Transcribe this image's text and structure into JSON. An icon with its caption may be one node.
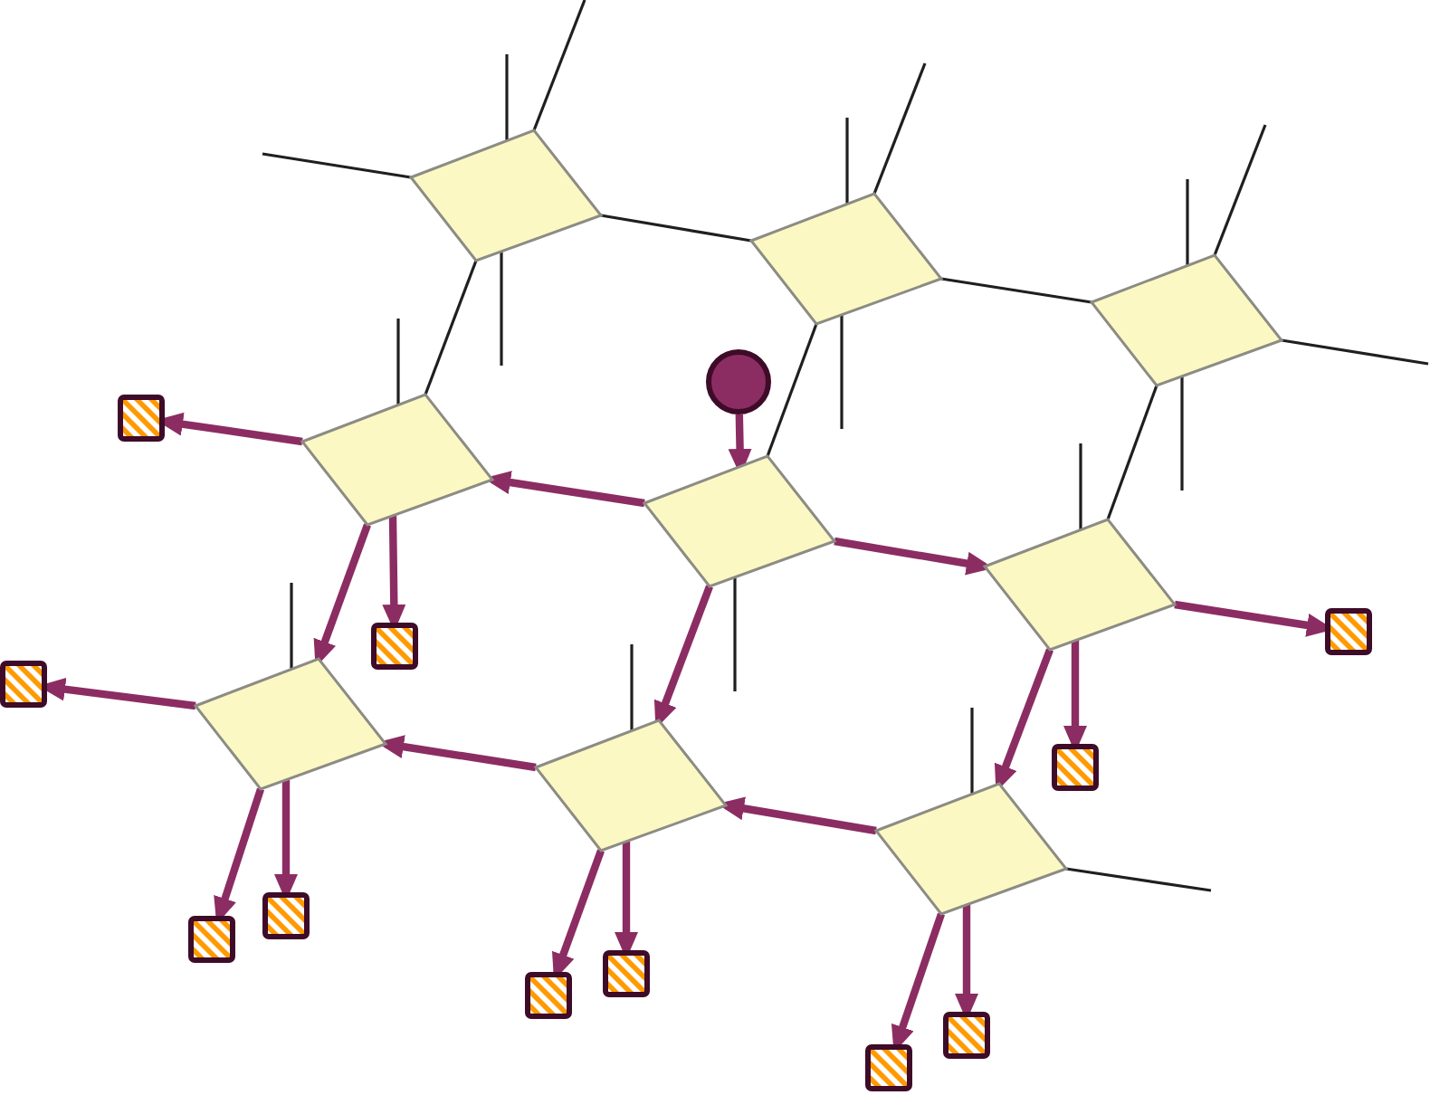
{
  "diagram": {
    "nodes": [
      {
        "text": [],
        "shape": "diamond"
      },
      {
        "text": [],
        "shape": "diamond"
      },
      {
        "text": [],
        "shape": "diamond"
      },
      {
        "text": [],
        "shape": "circle"
      },
      {
        "text": [],
        "shape": "box"
      },
      {
        "text": [],
        "shape": "diamond"
      },
      {
        "text": [],
        "shape": "diamond"
      },
      {
        "text": [],
        "shape": "diamond"
      },
      {
        "text": [],
        "shape": "box"
      },
      {
        "text": [],
        "shape": "box"
      },
      {
        "text": [],
        "shape": "box"
      },
      {
        "text": [],
        "shape": "diamond"
      },
      {
        "text": [],
        "shape": "box"
      },
      {
        "text": [],
        "shape": "diamond"
      },
      {
        "text": [],
        "shape": "diamond"
      },
      {
        "text": [],
        "shape": "box"
      },
      {
        "text": [],
        "shape": "box"
      },
      {
        "text": [],
        "shape": "box"
      },
      {
        "text": [],
        "shape": "box"
      },
      {
        "text": [],
        "shape": "box"
      },
      {
        "text": [],
        "shape": "box"
      }
    ],
    "edges": [
      {
        "from": 0,
        "to": null,
        "arrow": "none"
      },
      {
        "from": 0,
        "to": null,
        "arrow": "none"
      },
      {
        "from": 0,
        "to": null,
        "arrow": "none"
      },
      {
        "from": 0,
        "to": null,
        "arrow": "none"
      },
      {
        "from": 0,
        "to": 1,
        "arrow": "none"
      },
      {
        "from": 0,
        "to": 5,
        "arrow": "none"
      },
      {
        "from": 1,
        "to": null,
        "arrow": "none"
      },
      {
        "from": 1,
        "to": null,
        "arrow": "none"
      },
      {
        "from": 1,
        "to": null,
        "arrow": "none"
      },
      {
        "from": 1,
        "to": 2,
        "arrow": "none"
      },
      {
        "from": 1,
        "to": 6,
        "arrow": "none"
      },
      {
        "from": 2,
        "to": null,
        "arrow": "none"
      },
      {
        "from": 2,
        "to": null,
        "arrow": "none"
      },
      {
        "from": 2,
        "to": null,
        "arrow": "none"
      },
      {
        "from": 2,
        "to": null,
        "arrow": "none"
      },
      {
        "from": 2,
        "to": 7,
        "arrow": "none"
      },
      {
        "from": 3,
        "to": 6,
        "arrow": "to",
        "style": "thick",
        "color": "#8b2d62"
      },
      {
        "from": 5,
        "to": null,
        "arrow": "none"
      },
      {
        "from": 6,
        "to": null,
        "arrow": "none"
      },
      {
        "from": 7,
        "to": null,
        "arrow": "none"
      },
      {
        "from": 11,
        "to": null,
        "arrow": "none"
      },
      {
        "from": 13,
        "to": null,
        "arrow": "none"
      },
      {
        "from": 14,
        "to": null,
        "arrow": "none"
      },
      {
        "from": 14,
        "to": null,
        "arrow": "none"
      },
      {
        "from": 6,
        "to": 5,
        "arrow": "to",
        "style": "thick",
        "color": "#8b2d62"
      },
      {
        "from": 6,
        "to": 7,
        "arrow": "to",
        "style": "thick",
        "color": "#8b2d62"
      },
      {
        "from": 6,
        "to": 13,
        "arrow": "to",
        "style": "thick",
        "color": "#8b2d62"
      },
      {
        "from": 5,
        "to": 4,
        "arrow": "to",
        "style": "thick",
        "color": "#8b2d62"
      },
      {
        "from": 5,
        "to": 9,
        "arrow": "to",
        "style": "thick",
        "color": "#8b2d62"
      },
      {
        "from": 5,
        "to": 11,
        "arrow": "to",
        "style": "thick",
        "color": "#8b2d62"
      },
      {
        "from": 7,
        "to": 8,
        "arrow": "to",
        "style": "thick",
        "color": "#8b2d62"
      },
      {
        "from": 7,
        "to": 12,
        "arrow": "to",
        "style": "thick",
        "color": "#8b2d62"
      },
      {
        "from": 7,
        "to": 14,
        "arrow": "to",
        "style": "thick",
        "color": "#8b2d62"
      },
      {
        "from": 11,
        "to": 10,
        "arrow": "to",
        "style": "thick",
        "color": "#8b2d62"
      },
      {
        "from": 11,
        "to": 16,
        "arrow": "to",
        "style": "thick",
        "color": "#8b2d62"
      },
      {
        "from": 11,
        "to": 15,
        "arrow": "to",
        "style": "thick",
        "color": "#8b2d62"
      },
      {
        "from": 13,
        "to": 11,
        "arrow": "to",
        "style": "thick",
        "color": "#8b2d62"
      },
      {
        "from": 13,
        "to": 18,
        "arrow": "to",
        "style": "thick",
        "color": "#8b2d62"
      },
      {
        "from": 13,
        "to": 17,
        "arrow": "to",
        "style": "thick",
        "color": "#8b2d62"
      },
      {
        "from": 14,
        "to": 13,
        "arrow": "to",
        "style": "thick",
        "color": "#8b2d62"
      },
      {
        "from": 14,
        "to": 20,
        "arrow": "to",
        "style": "thick",
        "color": "#8b2d62"
      },
      {
        "from": 14,
        "to": 19,
        "arrow": "to",
        "style": "thick",
        "color": "#8b2d62"
      }
    ]
  }
}
